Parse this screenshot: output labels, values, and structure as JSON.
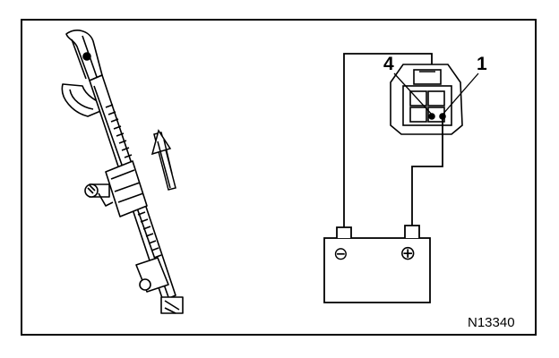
{
  "diagram": {
    "connector_terminals": {
      "left": "4",
      "right": "1"
    },
    "battery": {
      "negative_symbol": "⊖",
      "positive_symbol": "⊕"
    },
    "figure_code": "N13340"
  }
}
